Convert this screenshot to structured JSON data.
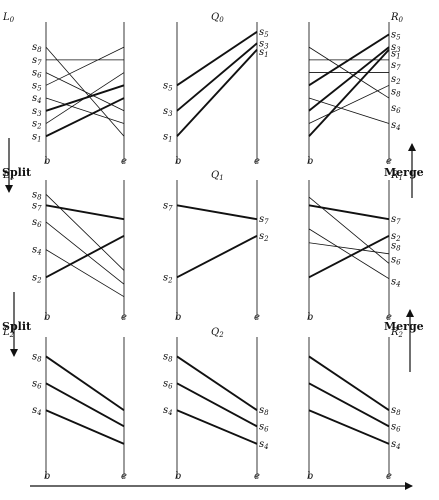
{
  "ops": {
    "split": "Split",
    "merge": "Merge"
  },
  "axis_labels": {
    "b": "b",
    "e": "e"
  },
  "panels": [
    {
      "id": "L0",
      "label": "L",
      "sub": "0",
      "lines": [
        {
          "l": 8,
          "r": 1,
          "w": 1
        },
        {
          "l": 7,
          "r": 7,
          "w": 1
        },
        {
          "l": 6,
          "r": 3,
          "w": 1
        },
        {
          "l": 5,
          "r": 8,
          "w": 1
        },
        {
          "l": 4,
          "r": 2,
          "w": 1
        },
        {
          "l": 3,
          "r": 5,
          "w": 2
        },
        {
          "l": 2,
          "r": 6,
          "w": 1
        },
        {
          "l": 1,
          "r": 4,
          "w": 2
        }
      ],
      "left_labels": [
        {
          "t": "s",
          "s": "8",
          "v": 8
        },
        {
          "t": "s",
          "s": "7",
          "v": 7
        },
        {
          "t": "s",
          "s": "6",
          "v": 6
        },
        {
          "t": "s",
          "s": "5",
          "v": 5
        },
        {
          "t": "s",
          "s": "4",
          "v": 4
        },
        {
          "t": "s",
          "s": "3",
          "v": 3
        },
        {
          "t": "s",
          "s": "2",
          "v": 2
        },
        {
          "t": "s",
          "s": "1",
          "v": 1
        }
      ],
      "right_labels": []
    },
    {
      "id": "Q0",
      "label": "Q",
      "sub": "0",
      "lines": [
        {
          "l": 5,
          "r": 9.2,
          "w": 2
        },
        {
          "l": 3,
          "r": 8.3,
          "w": 2
        },
        {
          "l": 1,
          "r": 7.8,
          "w": 2
        }
      ],
      "left_labels": [
        {
          "t": "s",
          "s": "5",
          "v": 5
        },
        {
          "t": "s",
          "s": "3",
          "v": 3
        },
        {
          "t": "s",
          "s": "1",
          "v": 1
        }
      ],
      "right_labels": [
        {
          "t": "s",
          "s": "5",
          "v": 9.2
        },
        {
          "t": "s",
          "s": "3",
          "v": 8.3
        },
        {
          "t": "s",
          "s": "1",
          "v": 7.6
        }
      ]
    },
    {
      "id": "R0",
      "label": "R",
      "sub": "0",
      "lines": [
        {
          "l": 8,
          "r": 4,
          "w": 1
        },
        {
          "l": 7,
          "r": 7,
          "w": 1
        },
        {
          "l": 6,
          "r": 6,
          "w": 1
        },
        {
          "l": 5,
          "r": 9,
          "w": 2
        },
        {
          "l": 4,
          "r": 2,
          "w": 1
        },
        {
          "l": 3,
          "r": 8,
          "w": 2
        },
        {
          "l": 2,
          "r": 5,
          "w": 1
        },
        {
          "l": 1,
          "r": 7.8,
          "w": 2
        }
      ],
      "left_labels": [],
      "right_labels": [
        {
          "t": "s",
          "s": "5",
          "v": 9
        },
        {
          "t": "s",
          "s": "3",
          "v": 8
        },
        {
          "t": "s",
          "s": "1",
          "v": 7.5
        },
        {
          "t": "s",
          "s": "7",
          "v": 6.6
        },
        {
          "t": "s",
          "s": "2",
          "v": 5.5
        },
        {
          "t": "s",
          "s": "8",
          "v": 4.5
        },
        {
          "t": "s",
          "s": "6",
          "v": 3.2
        },
        {
          "t": "s",
          "s": "4",
          "v": 1.9
        }
      ]
    },
    {
      "id": "L1",
      "label": "L",
      "sub": "1",
      "lines": [
        {
          "l": 8,
          "r": 2.5,
          "w": 1
        },
        {
          "l": 7.2,
          "r": 6.2,
          "w": 2
        },
        {
          "l": 6,
          "r": 1.5,
          "w": 1
        },
        {
          "l": 4,
          "r": 0.6,
          "w": 1
        },
        {
          "l": 2,
          "r": 5,
          "w": 2
        }
      ],
      "left_labels": [
        {
          "t": "s",
          "s": "8",
          "v": 8
        },
        {
          "t": "s",
          "s": "7",
          "v": 7.2
        },
        {
          "t": "s",
          "s": "6",
          "v": 6
        },
        {
          "t": "s",
          "s": "4",
          "v": 4
        },
        {
          "t": "s",
          "s": "2",
          "v": 2
        }
      ],
      "right_labels": []
    },
    {
      "id": "Q1",
      "label": "Q",
      "sub": "1",
      "lines": [
        {
          "l": 7.2,
          "r": 6.2,
          "w": 2
        },
        {
          "l": 2,
          "r": 5,
          "w": 2
        }
      ],
      "left_labels": [
        {
          "t": "s",
          "s": "7",
          "v": 7.2
        },
        {
          "t": "s",
          "s": "2",
          "v": 2
        }
      ],
      "right_labels": [
        {
          "t": "s",
          "s": "7",
          "v": 6.2
        },
        {
          "t": "s",
          "s": "2",
          "v": 5
        }
      ]
    },
    {
      "id": "R1",
      "label": "R",
      "sub": "1",
      "lines": [
        {
          "l": 7.8,
          "r": 3,
          "w": 1
        },
        {
          "l": 7.2,
          "r": 6.2,
          "w": 2
        },
        {
          "l": 5.5,
          "r": 1.9,
          "w": 1
        },
        {
          "l": 4.5,
          "r": 3.7,
          "w": 1
        },
        {
          "l": 2,
          "r": 5,
          "w": 2
        }
      ],
      "left_labels": [],
      "right_labels": [
        {
          "t": "s",
          "s": "7",
          "v": 6.2
        },
        {
          "t": "s",
          "s": "2",
          "v": 5
        },
        {
          "t": "s",
          "s": "8",
          "v": 4.3
        },
        {
          "t": "s",
          "s": "6",
          "v": 3.3
        },
        {
          "t": "s",
          "s": "4",
          "v": 1.7
        }
      ]
    },
    {
      "id": "L2",
      "label": "L",
      "sub": "2",
      "lines": [
        {
          "l": 8,
          "r": 4,
          "w": 2
        },
        {
          "l": 6,
          "r": 2.8,
          "w": 2
        },
        {
          "l": 4,
          "r": 1.5,
          "w": 2
        }
      ],
      "left_labels": [
        {
          "t": "s",
          "s": "8",
          "v": 8
        },
        {
          "t": "s",
          "s": "6",
          "v": 6
        },
        {
          "t": "s",
          "s": "4",
          "v": 4
        }
      ],
      "right_labels": []
    },
    {
      "id": "Q2",
      "label": "Q",
      "sub": "2",
      "lines": [
        {
          "l": 8,
          "r": 4,
          "w": 2
        },
        {
          "l": 6,
          "r": 2.8,
          "w": 2
        },
        {
          "l": 4,
          "r": 1.5,
          "w": 2
        }
      ],
      "left_labels": [
        {
          "t": "s",
          "s": "8",
          "v": 8
        },
        {
          "t": "s",
          "s": "6",
          "v": 6
        },
        {
          "t": "s",
          "s": "4",
          "v": 4
        }
      ],
      "right_labels": [
        {
          "t": "s",
          "s": "8",
          "v": 4
        },
        {
          "t": "s",
          "s": "6",
          "v": 2.8
        },
        {
          "t": "s",
          "s": "4",
          "v": 1.5
        }
      ]
    },
    {
      "id": "R2",
      "label": "R",
      "sub": "2",
      "lines": [
        {
          "l": 8,
          "r": 4,
          "w": 2
        },
        {
          "l": 6,
          "r": 2.8,
          "w": 2
        },
        {
          "l": 4,
          "r": 1.5,
          "w": 2
        }
      ],
      "left_labels": [],
      "right_labels": [
        {
          "t": "s",
          "s": "8",
          "v": 4
        },
        {
          "t": "s",
          "s": "6",
          "v": 2.8
        },
        {
          "t": "s",
          "s": "4",
          "v": 1.5
        }
      ]
    }
  ]
}
